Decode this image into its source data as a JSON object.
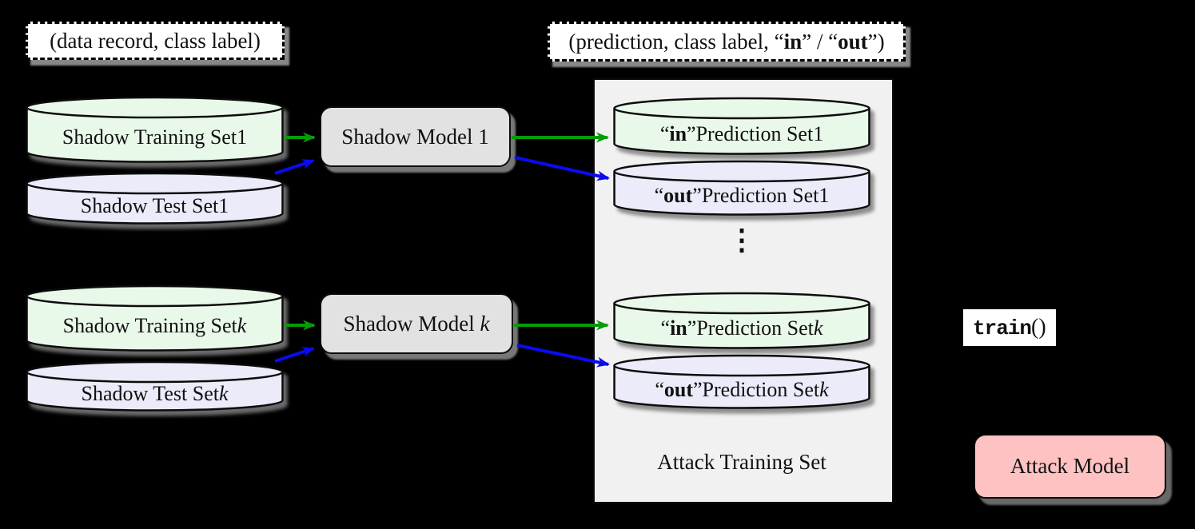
{
  "header_labels": {
    "input_tuple": "(data record, class label)",
    "output_tuple": {
      "pre": "(prediction, class label, “",
      "emph1": "in",
      "mid": "” / “",
      "emph2": "out",
      "post": "”)"
    }
  },
  "shadow_rows": {
    "row1": {
      "training_set": {
        "prefix": "Shadow Training Set ",
        "idx": "1"
      },
      "test_set": {
        "prefix": "Shadow Test Set ",
        "idx": "1"
      },
      "model": {
        "prefix": "Shadow Model ",
        "idx": "1"
      }
    },
    "rowk": {
      "training_set": {
        "prefix": "Shadow Training Set ",
        "idx": "k"
      },
      "test_set": {
        "prefix": "Shadow Test Set ",
        "idx": "k"
      },
      "model": {
        "prefix": "Shadow Model ",
        "idx": "k"
      }
    }
  },
  "attack_set": {
    "title": "Attack Training Set",
    "dots": "⋮",
    "in1": {
      "q1": "“",
      "emph": "in",
      "q2": "”",
      "rest": " Prediction Set ",
      "idx": "1"
    },
    "out1": {
      "q1": "“",
      "emph": "out",
      "q2": "”",
      "rest": " Prediction Set ",
      "idx": "1"
    },
    "ink": {
      "q1": "“",
      "emph": "in",
      "q2": "”",
      "rest": " Prediction Set ",
      "idx": "k"
    },
    "outk": {
      "q1": "“",
      "emph": "out",
      "q2": "”",
      "rest": " Prediction Set ",
      "idx": "k"
    }
  },
  "train_fn": {
    "name": "train",
    "parens": "()"
  },
  "attack_model": {
    "label": "Attack Model"
  },
  "colors": {
    "background": "#000000",
    "training_fill": "#e9f9e9",
    "test_fill": "#ebebfa",
    "model_fill": "#e2e2e2",
    "attack_container_fill": "#f1f1f1",
    "attack_model_fill": "#ffc2c2",
    "arrow_green": "#089b08",
    "arrow_blue": "#0b0bee",
    "arrow_black": "#000000"
  }
}
